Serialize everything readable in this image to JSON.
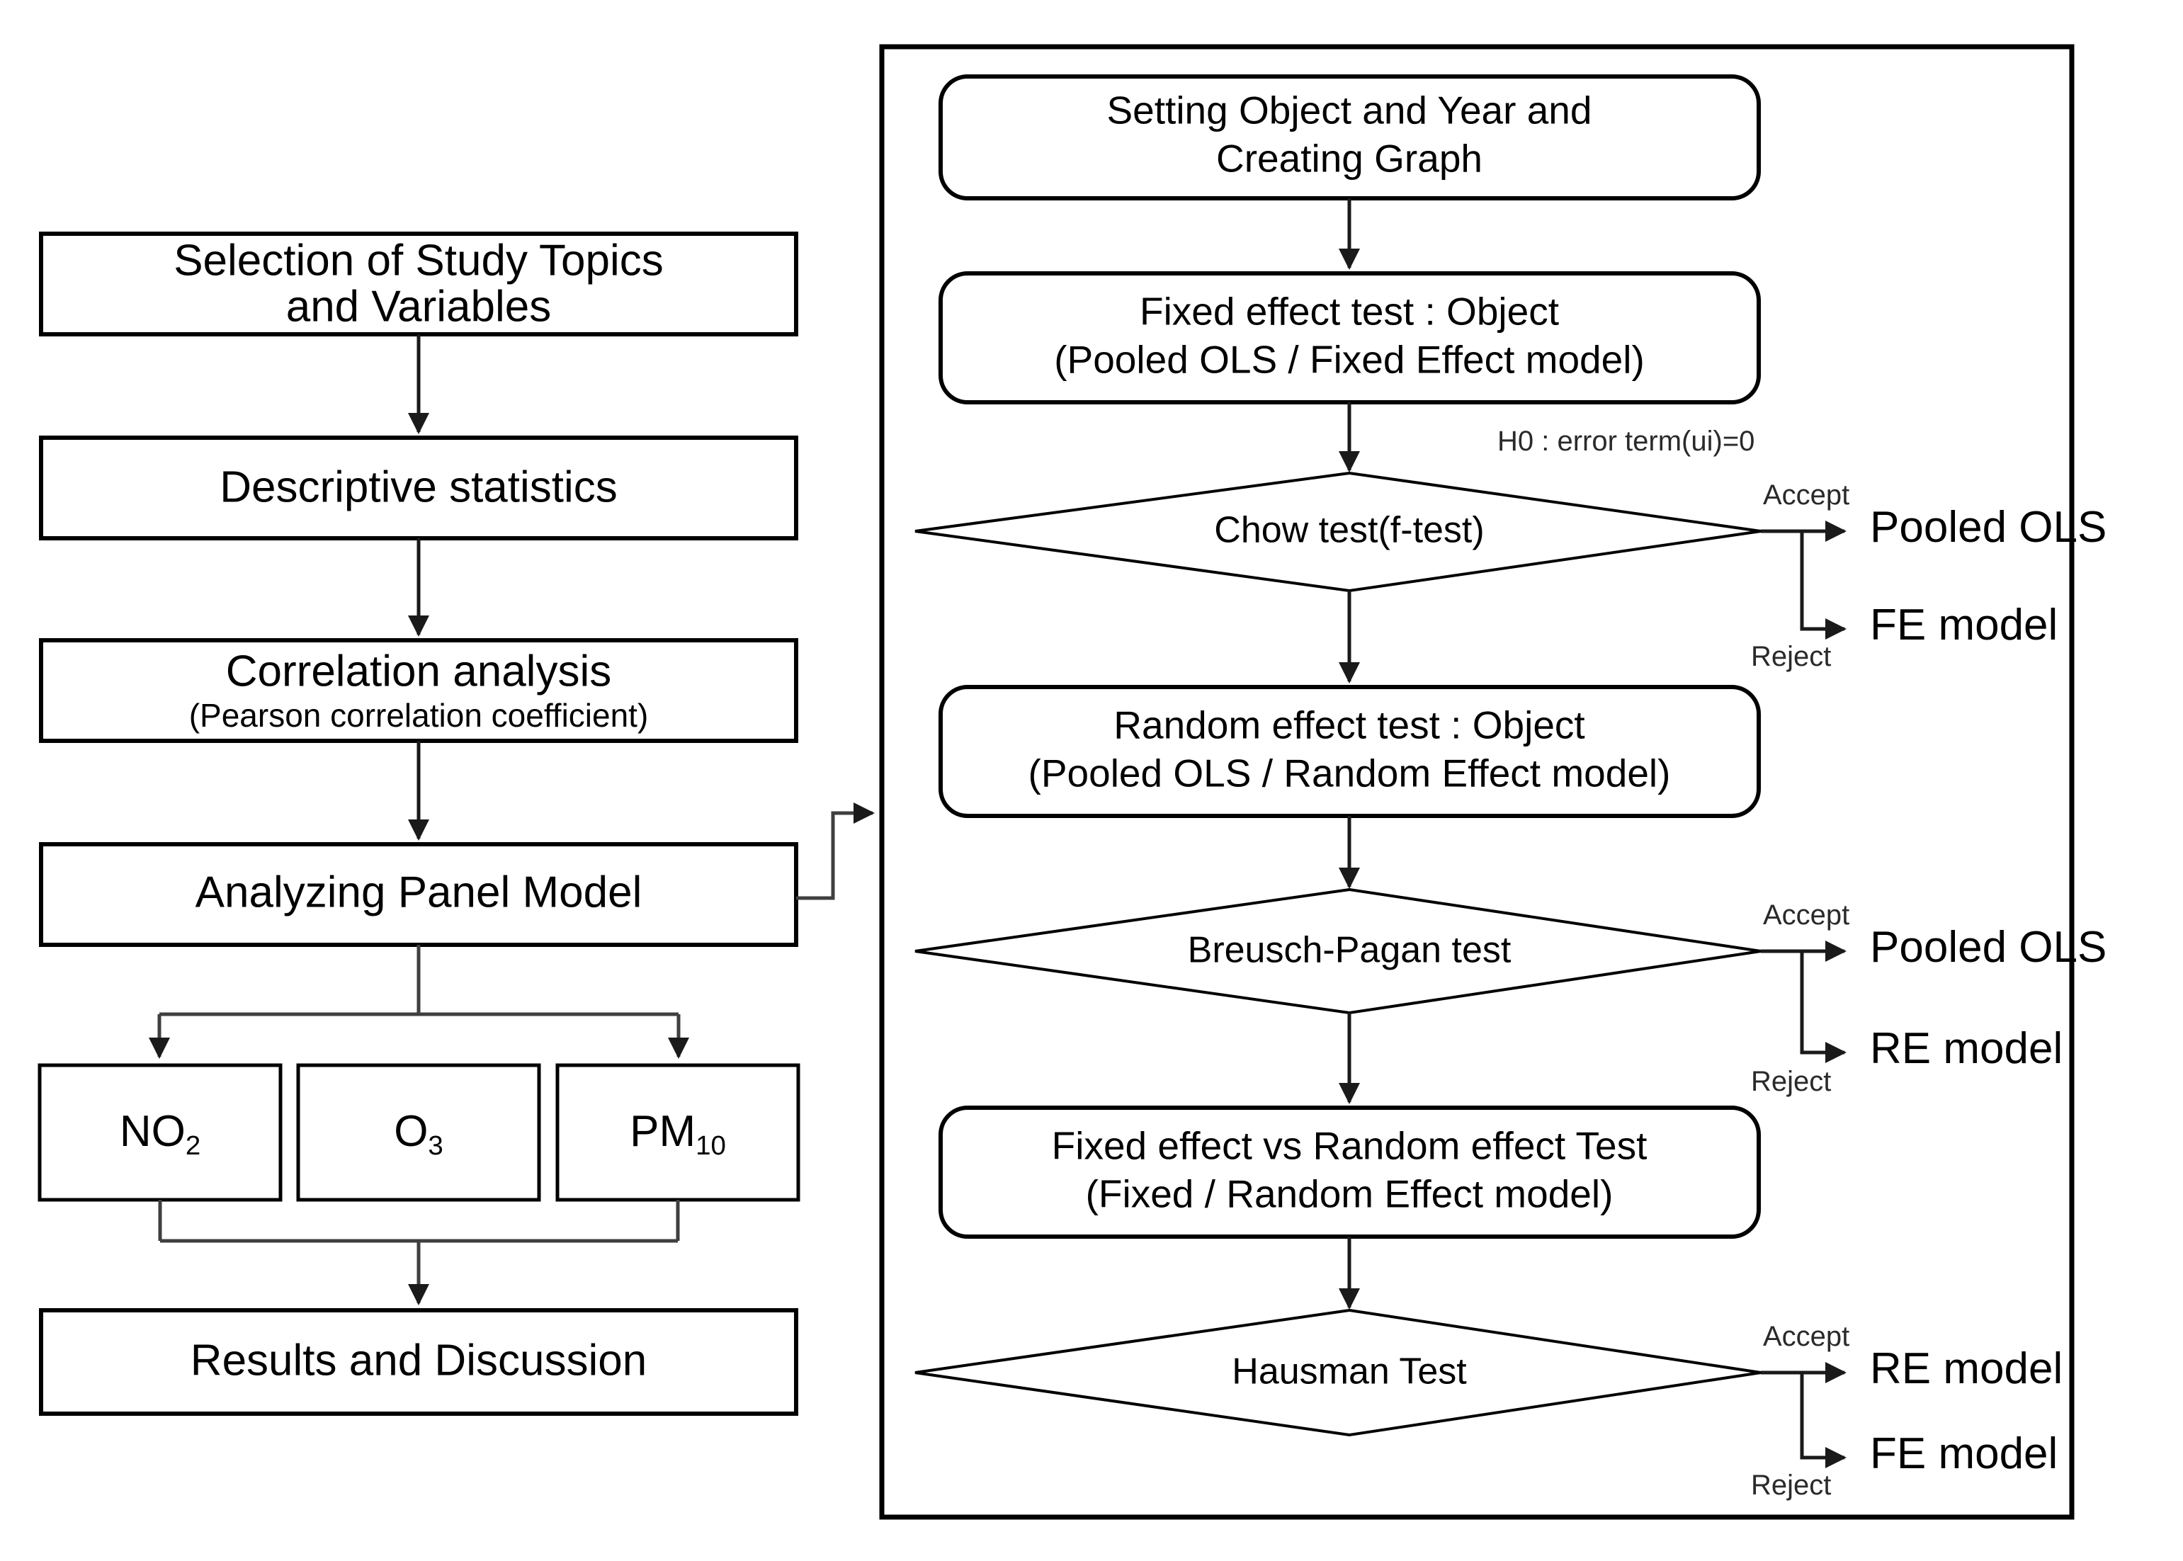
{
  "diagram": {
    "title": "Research Methodology Flowchart",
    "left_flow": {
      "nodes": [
        {
          "id": "topics",
          "line1": "Selection of Study Topics",
          "line2": "and Variables"
        },
        {
          "id": "descriptive",
          "line1": "Descriptive statistics",
          "line2": ""
        },
        {
          "id": "correlation",
          "line1": "Correlation analysis",
          "line2": "(Pearson correlation coefficient)"
        },
        {
          "id": "panel",
          "line1": "Analyzing Panel Model",
          "line2": ""
        }
      ],
      "pollutants": [
        {
          "id": "no2",
          "base": "NO",
          "sub": "2"
        },
        {
          "id": "o3",
          "base": "O",
          "sub": "3"
        },
        {
          "id": "pm10",
          "base": "PM",
          "sub": "10"
        }
      ],
      "results": {
        "id": "results",
        "line1": "Results and Discussion",
        "line2": ""
      }
    },
    "right_panel": {
      "steps": [
        {
          "id": "setting",
          "line1": "Setting Object and Year and",
          "line2": "Creating Graph"
        },
        {
          "id": "fe_test",
          "line1": "Fixed effect test : Object",
          "line2": "(Pooled OLS / Fixed Effect model)"
        },
        {
          "id": "re_test",
          "line1": "Random effect test : Object",
          "line2": "(Pooled OLS / Random Effect model)"
        },
        {
          "id": "fe_vs_re",
          "line1": "Fixed effect vs Random effect Test",
          "line2": "(Fixed / Random Effect model)"
        }
      ],
      "hypothesis_note": "H0 : error term(ui)=0",
      "decisions": [
        {
          "id": "chow",
          "label": "Chow test(f-test)",
          "accept_label": "Accept",
          "reject_label": "Reject",
          "accept_outcome": "Pooled OLS",
          "reject_outcome": "FE model"
        },
        {
          "id": "breusch_pagan",
          "label": "Breusch-Pagan test",
          "accept_label": "Accept",
          "reject_label": "Reject",
          "accept_outcome": "Pooled OLS",
          "reject_outcome": "RE model"
        },
        {
          "id": "hausman",
          "label": "Hausman Test",
          "accept_label": "Accept",
          "reject_label": "Reject",
          "accept_outcome": "RE model",
          "reject_outcome": "FE model"
        }
      ]
    },
    "colors": {
      "stroke": "#000000",
      "edge": "#3f3f3f",
      "background": "#ffffff",
      "text": "#000000"
    }
  }
}
